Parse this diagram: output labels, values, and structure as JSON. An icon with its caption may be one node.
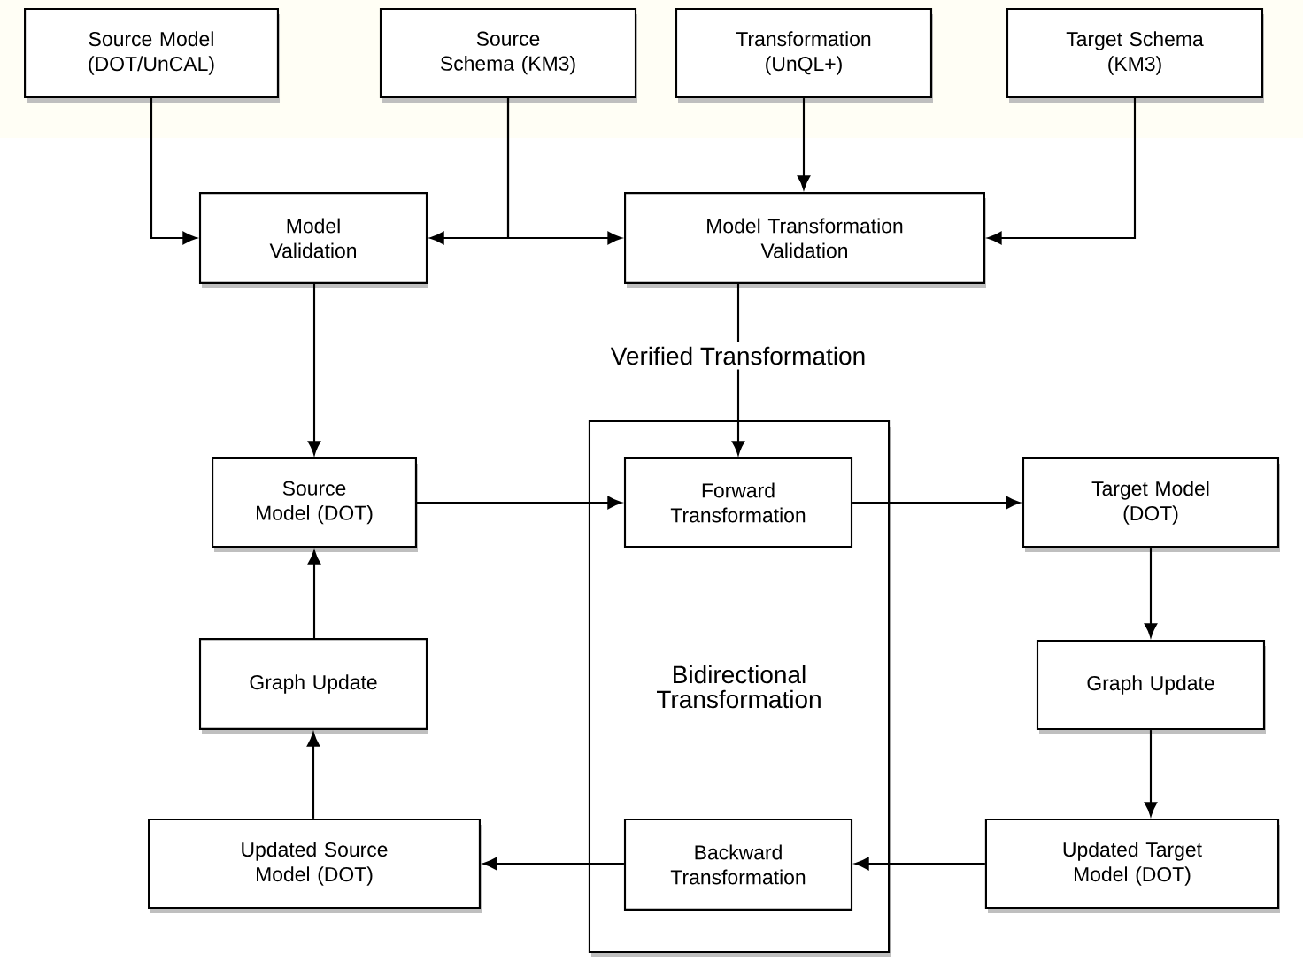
{
  "diagram": {
    "nodes": [
      {
        "text": [
          "Source Model (DOT/UnCAL)"
        ]
      },
      {
        "text": [
          "Source Schema (KM3)"
        ]
      },
      {
        "text": [
          "Transformation (UnQL+)"
        ]
      },
      {
        "text": [
          "Target Schema (KM3)"
        ]
      },
      {
        "text": [
          "Model Validation"
        ]
      },
      {
        "text": [
          "Model Transformation Validation"
        ]
      },
      {
        "text": [
          "Source Model (DOT)"
        ]
      },
      {
        "text": [
          "Bidirectional Transformation"
        ]
      },
      {
        "text": [
          "Forward Transformation"
        ],
        "in": 7
      },
      {
        "text": [
          "Target Model (DOT)"
        ]
      },
      {
        "text": [
          "Graph Update"
        ]
      },
      {
        "text": [
          "Graph Update"
        ]
      },
      {
        "text": [
          "Updated Source Model (DOT)"
        ]
      },
      {
        "text": [
          "Backward Transformation"
        ],
        "in": 7
      },
      {
        "text": [
          "Updated Target Model (DOT)"
        ]
      }
    ],
    "edges": [
      {
        "from": 0,
        "to": 4,
        "arrow": "to"
      },
      {
        "from": 1,
        "to": 4,
        "arrow": "to"
      },
      {
        "from": 1,
        "to": 5,
        "arrow": "to"
      },
      {
        "from": 2,
        "to": 5,
        "arrow": "to"
      },
      {
        "from": 3,
        "to": 5,
        "arrow": "to"
      },
      {
        "from": 4,
        "to": 6,
        "arrow": "to"
      },
      {
        "from": 5,
        "to": 8,
        "arrow": "to",
        "label": "Verified Transformation"
      },
      {
        "from": 6,
        "to": 8,
        "arrow": "to"
      },
      {
        "from": 8,
        "to": 9,
        "arrow": "to"
      },
      {
        "from": 9,
        "to": 11,
        "arrow": "to"
      },
      {
        "from": 11,
        "to": 14,
        "arrow": "to"
      },
      {
        "from": 14,
        "to": 13,
        "arrow": "to"
      },
      {
        "from": 13,
        "to": 12,
        "arrow": "to"
      },
      {
        "from": 12,
        "to": 10,
        "arrow": "to"
      },
      {
        "from": 10,
        "to": 6,
        "arrow": "to"
      }
    ]
  }
}
